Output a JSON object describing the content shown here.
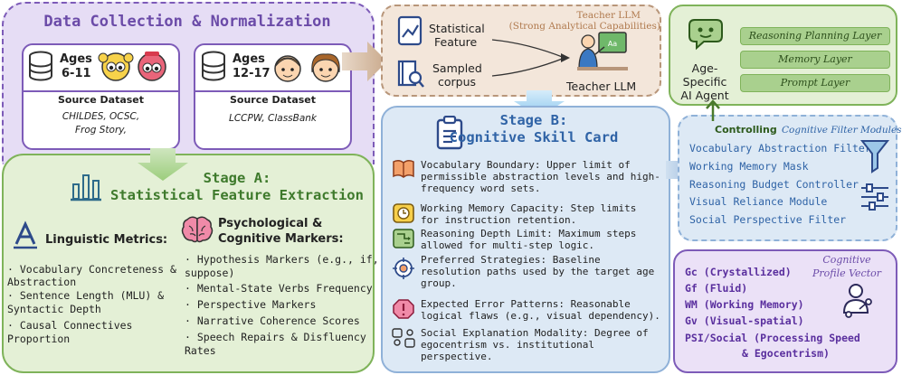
{
  "collection": {
    "title": "Data Collection & Normalization",
    "group1": {
      "age_label": "Ages",
      "age_range": "6-11",
      "source_title": "Source Dataset",
      "sources": [
        "CHILDES, OCSC,",
        "Frog Story,"
      ]
    },
    "group2": {
      "age_label": "Ages",
      "age_range": "12-17",
      "source_title": "Source Dataset",
      "sources": [
        "LCCPW, ClassBank"
      ]
    }
  },
  "stage_a": {
    "title_line1": "Stage A:",
    "title_line2": "Statistical Feature Extraction",
    "linguistic": {
      "heading": "Linguistic Metrics:",
      "items": [
        "· Vocabulary Concreteness &",
        "Abstraction",
        "· Sentence Length (MLU) &",
        "Syntactic Depth",
        "· Causal Connectives",
        "Proportion"
      ]
    },
    "psych": {
      "heading_line1": "Psychological &",
      "heading_line2": "Cognitive Markers:",
      "items": [
        "· Hypothesis Markers (e.g., if,",
        "suppose)",
        "· Mental-State Verbs Frequency",
        "· Perspective Markers",
        "· Narrative Coherence Scores",
        "· Speech Repairs & Disfluency",
        "Rates"
      ]
    }
  },
  "teacher": {
    "title_line1": "Teacher LLM",
    "title_line2": "(Strong Analytical Capabilities)",
    "input1_line1": "Statistical",
    "input1_line2": "Feature",
    "input2_line1": "Sampled",
    "input2_line2": "corpus",
    "label": "Teacher LLM"
  },
  "stage_b": {
    "title_line1": "Stage B:",
    "title_line2": "Cognitive Skill Card",
    "items": [
      {
        "lines": [
          "Vocabulary Boundary: Upper limit of",
          "permissible abstraction levels and high-",
          "frequency word sets."
        ]
      },
      {
        "lines": [
          "Working Memory Capacity: Step limits",
          "for instruction retention."
        ]
      },
      {
        "lines": [
          "Reasoning Depth Limit: Maximum steps",
          "allowed for multi-step logic."
        ]
      },
      {
        "lines": [
          "Preferred Strategies: Baseline",
          "resolution paths used by the target age",
          "group."
        ]
      },
      {
        "lines": [
          "Expected Error Patterns: Reasonable",
          "logical flaws (e.g., visual dependency)."
        ]
      },
      {
        "lines": [
          "Social Explanation Modality: Degree of",
          "egocentrism vs. institutional perspective."
        ]
      }
    ]
  },
  "agent": {
    "label_line1": "Age-Specific",
    "label_line2": "AI Agent",
    "layers": [
      "Reasoning Planning Layer",
      "Memory Layer",
      "Prompt Layer"
    ]
  },
  "filter": {
    "controlling": "Controlling",
    "title": "Cognitive Filter Modules",
    "items": [
      "Vocabulary Abstraction Filter",
      "Working Memory Mask",
      "Reasoning Budget Controller",
      "Visual Reliance Module",
      "Social Perspective Filter"
    ]
  },
  "profile": {
    "title_line1": "Cognitive",
    "title_line2": "Profile Vector",
    "items": [
      "Gc (Crystallized)",
      "Gf (Fluid)",
      "WM (Working Memory)",
      "Gv (Visual-spatial)",
      "PSI/Social (Processing Speed",
      "& Egocentrism)"
    ]
  },
  "colors": {
    "purple": "#7d5bb8",
    "green": "#7fb35a",
    "blue": "#8fb1d8",
    "brown": "#b8967a"
  }
}
